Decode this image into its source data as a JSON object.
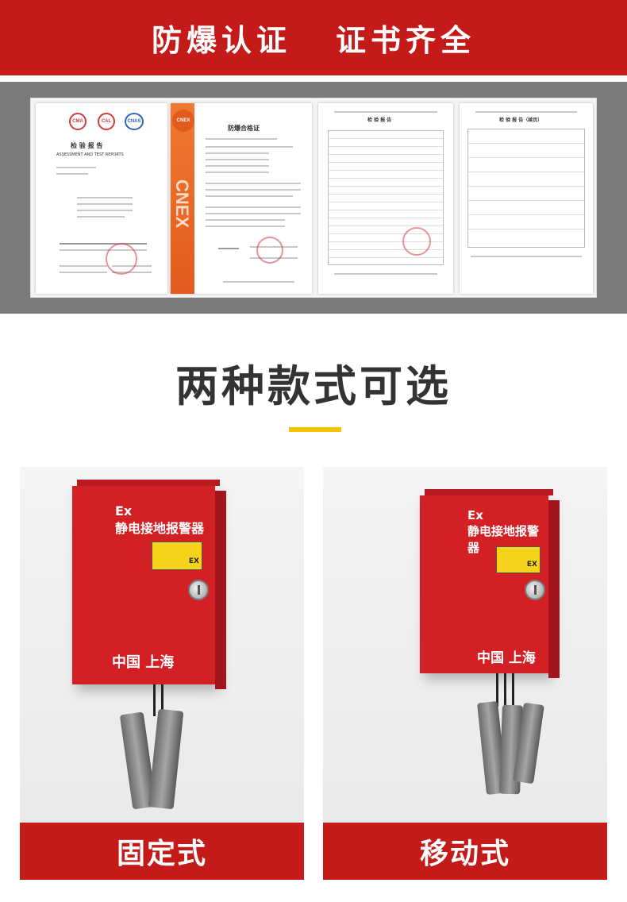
{
  "header": {
    "left_text": "防爆认证",
    "right_text": "证书齐全"
  },
  "certificates": {
    "doc1": {
      "title": "检 验 报 告",
      "subtitle": "ASSESSMENT AND TEST REPORTS"
    },
    "doc2": {
      "band_text": "CNEX",
      "title": "防爆合格证"
    },
    "doc3": {
      "title": "检 验 报 告"
    },
    "doc4": {
      "title": "检 验 报 告（续页）"
    }
  },
  "section": {
    "title": "两种款式可选",
    "accent_color": "#f2c500"
  },
  "products": [
    {
      "caption": "固定式",
      "ex_mark": "Ex",
      "device_name": "静电接地报警器",
      "origin": "中国 上海",
      "label_mark": "EX"
    },
    {
      "caption": "移动式",
      "ex_mark": "Ex",
      "device_name": "静电接地报警器",
      "origin": "中国 上海",
      "label_mark": "EX"
    }
  ],
  "colors": {
    "brand_red": "#c41a1a",
    "enclosure_red": "#d32025",
    "label_yellow": "#f5d31a"
  }
}
